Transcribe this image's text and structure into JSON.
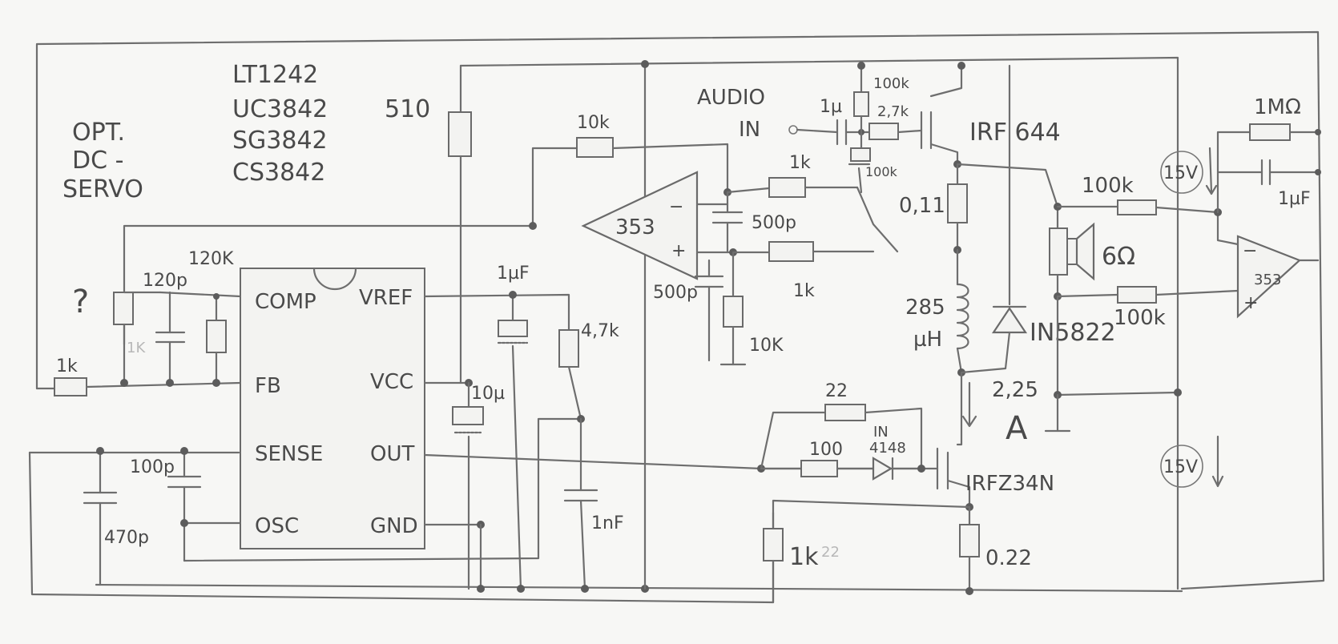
{
  "notes": {
    "chips": [
      "LT1242",
      "UC3842",
      "SG3842",
      "CS3842"
    ],
    "chip_mark": "510",
    "opt_lines": [
      "OPT.",
      "DC -",
      "SERVO"
    ],
    "question": "?"
  },
  "ic": {
    "pins_left": [
      "COMP",
      "FB",
      "SENSE",
      "OSC"
    ],
    "pins_right": [
      "VREF",
      "VCC",
      "OUT",
      "GND"
    ]
  },
  "components": {
    "r_120k": "120K",
    "c_120p": "120p",
    "r_1k_fb": "1k",
    "r_1k_ghost": "1K",
    "c_100p": "100p",
    "c_470p": "470p",
    "c_1uF": "1µF",
    "c_10u": "10µ",
    "r_4_7k": "4,7k",
    "c_1nF": "1nF",
    "r_10k_fb": "10k",
    "amp1": "353",
    "amp2": "353",
    "c_500p_a": "500p",
    "c_500p_b": "500p",
    "r_1k_a": "1k",
    "r_1k_b": "1k",
    "r_10k_b": "10K",
    "audio_line1": "AUDIO",
    "audio_line2": "IN",
    "c_1u_audio": "1µ",
    "r_100k_top": "100k",
    "r_2_7k": "2,7k",
    "r_100k_pot": "100k",
    "mosfet_high": "IRF 644",
    "r_0_11": "0,11",
    "inductor_line1": "285",
    "inductor_line2": "µH",
    "diode": "IN5822",
    "current_label": "2,25",
    "current_unit": "A",
    "r_22": "22",
    "r_100": "100",
    "diode2_line1": "IN",
    "diode2_line2": "4148",
    "mosfet_low": "IRFZ34N",
    "r_1k_gate": "1k",
    "r_1k_gate_ghost": "22",
    "r_0_22": "0.22",
    "r_100k_a": "100k",
    "r_100k_b": "100k",
    "speaker": "6Ω",
    "r_1M": "1MΩ",
    "c_1uF_b": "1µF",
    "supply_top": "15V",
    "supply_bottom": "15V",
    "amp_minus": "−",
    "amp_plus": "+"
  },
  "colors": {
    "ink": "#4a4a4a",
    "paper": "#f7f7f5"
  }
}
